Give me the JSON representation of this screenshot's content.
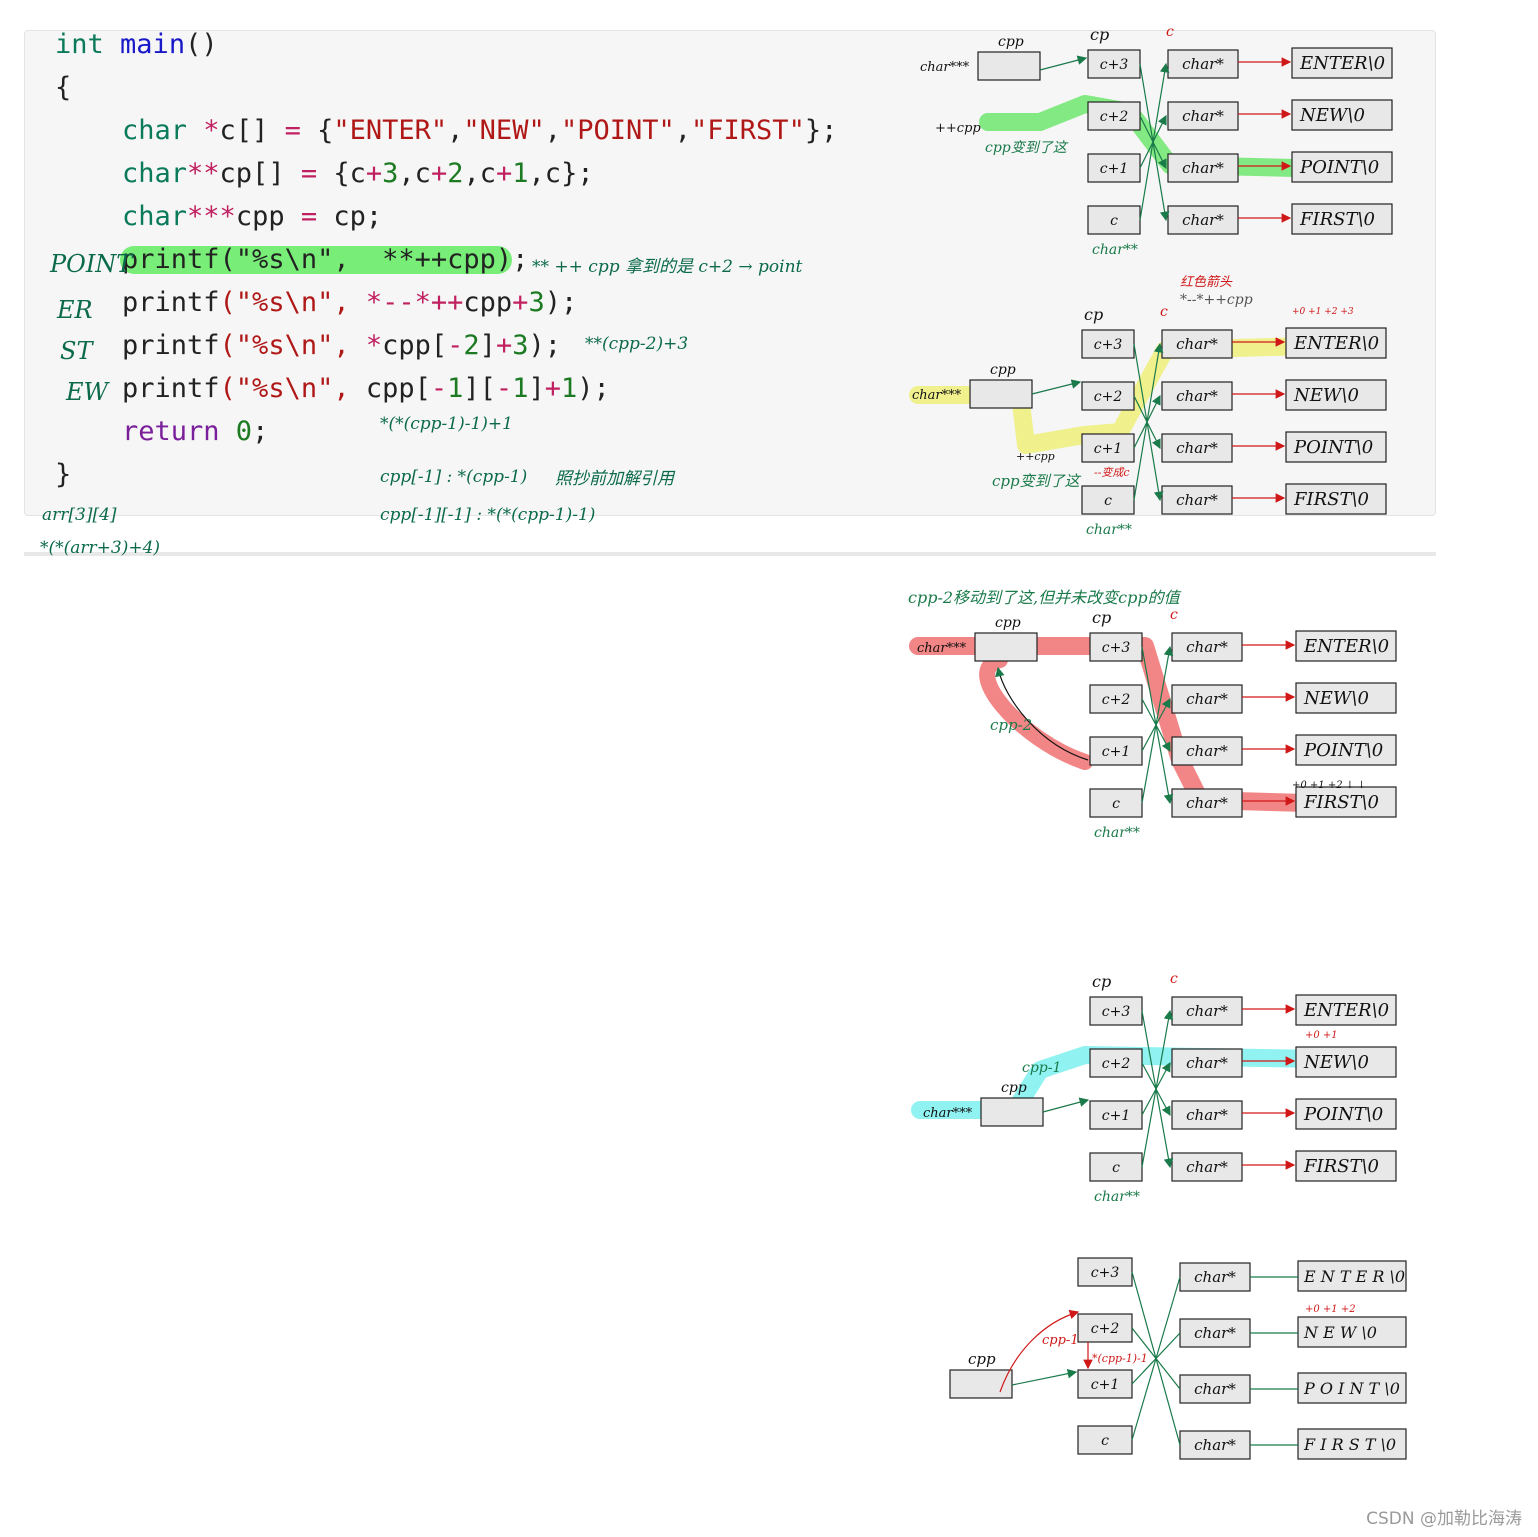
{
  "code": {
    "line1": {
      "kw": "int",
      "fn": "main",
      "rest": "()"
    },
    "line2": "{",
    "line3": {
      "kw": "char",
      "op1": " *",
      "t1": "c[] ",
      "op2": "=",
      "t2": " {",
      "s1": "\"ENTER\"",
      "s2": "\"NEW\"",
      "s3": "\"POINT\"",
      "s4": "\"FIRST\"",
      "t3": "};"
    },
    "line4": {
      "kw": "char",
      "op1": "**",
      "t1": "cp[] ",
      "op2": "=",
      "t2": " {",
      "a": "c",
      "op3": "+",
      "n3": "3",
      "b": "c",
      "n2": "2",
      "c": "c",
      "n1": "1",
      "d": "c",
      "t3": "};"
    },
    "line5": {
      "kw": "char",
      "op1": "***",
      "t1": "cpp ",
      "op2": "=",
      "t2": " cp;"
    },
    "line6": {
      "fn": "printf",
      "s": "(\"%s\\n\",",
      "op": "  **++",
      "t": "cpp);"
    },
    "line7": {
      "fn": "printf",
      "s": "(\"%s\\n\",",
      "op": " *--*++",
      "t": "cpp",
      "op2": "+",
      "n": "3",
      "t2": ");"
    },
    "line8": {
      "fn": "printf",
      "s": "(\"%s\\n\",",
      "op": " *",
      "t": "cpp[",
      "op2": "-",
      "n": "2",
      "t2": "]",
      "op3": "+",
      "n2": "3",
      "t3": ");"
    },
    "line9": {
      "fn": "printf",
      "s": "(\"%s\\n\",",
      "t": " cpp[",
      "op2": "-",
      "n": "1",
      "t2": "][",
      "op3": "-",
      "n2": "1",
      "t3": "]",
      "op4": "+",
      "n3": "1",
      "t4": ");"
    },
    "line10": {
      "ret": "return",
      "n": " 0",
      "t": ";"
    },
    "line11": "}"
  },
  "annotations": {
    "out1": "POINT",
    "out2": "ER",
    "out3": "ST",
    "out4": "EW",
    "note1": "** ++ cpp 拿到的是 c+2 → point",
    "note2": "**(cpp-2)+3",
    "note3": "*(*(cpp-1)-1)+1",
    "note4": "cpp[-1] : *(cpp-1)",
    "note5": "照抄前加解引用",
    "note6": "cpp[-1][-1] : *(*(cpp-1)-1)",
    "note7": "arr[3][4]",
    "note8": "*(*(arr+3)+4)"
  },
  "diagram1": {
    "cpp_label": "cpp",
    "cpp_type": "char***",
    "cp_label": "cp",
    "c_label": "c",
    "cp_items": [
      "c+3",
      "c+2",
      "c+1",
      "c"
    ],
    "cp_type": "char**",
    "c_items": [
      "char*",
      "char*",
      "char*",
      "char*"
    ],
    "strings": [
      "ENTER\\0",
      "NEW\\0",
      "POINT\\0",
      "FIRST\\0"
    ],
    "note_a": "++cpp",
    "note_b": "cpp变到了这"
  },
  "diagram2": {
    "cpp_label": "cpp",
    "cpp_type": "char***",
    "cp_label": "cp",
    "c_label": "c",
    "cp_items": [
      "c+3",
      "c+2",
      "c+1",
      "c"
    ],
    "cp_type": "char**",
    "c_items": [
      "char*",
      "char*",
      "char*",
      "char*"
    ],
    "strings": [
      "ENTER\\0",
      "NEW\\0",
      "POINT\\0",
      "FIRST\\0"
    ],
    "top_note": "红色箭头",
    "top_expr": "*--*++cpp",
    "offsets": "+0 +1 +2 +3",
    "note_a": "++cpp",
    "note_b": "cpp变到了这",
    "note_c": "--变成c"
  },
  "diagram3": {
    "title": "cpp-2移动到了这,但并未改变cpp的值",
    "cpp_label": "cpp",
    "cpp_type": "char***",
    "cp_label": "cp",
    "c_label": "c",
    "cp_items": [
      "c+3",
      "c+2",
      "c+1",
      "c"
    ],
    "cp_type": "char**",
    "c_items": [
      "char*",
      "char*",
      "char*",
      "char*"
    ],
    "strings": [
      "ENTER\\0",
      "NEW\\0",
      "POINT\\0",
      "FIRST\\0"
    ],
    "arc_label": "cpp-2",
    "offsets": "+0 +1 +2 ↓ ↓"
  },
  "diagram4": {
    "cpp_label": "cpp",
    "cpp_type": "char***",
    "cp_label": "cp",
    "c_label": "c",
    "cp_items": [
      "c+3",
      "c+2",
      "c+1",
      "c"
    ],
    "cp_type": "char**",
    "c_items": [
      "char*",
      "char*",
      "char*",
      "char*"
    ],
    "strings": [
      "ENTER\\0",
      "NEW\\0",
      "POINT\\0",
      "FIRST\\0"
    ],
    "arc_label": "cpp-1",
    "offsets": "+0 +1"
  },
  "diagram5": {
    "cpp_label": "cpp",
    "cp_items": [
      "c+3",
      "c+2",
      "c+1",
      "c"
    ],
    "c_items": [
      "char*",
      "char*",
      "char*",
      "char*"
    ],
    "strings": [
      "E N T E R \\0",
      "N E W \\0",
      "P O I N T \\0",
      "F I R S T \\0"
    ],
    "arc_label": "cpp-1",
    "expr": "*(cpp-1)-1",
    "offsets": "+0  +1  +2"
  },
  "watermark": "CSDN @加勒比海涛",
  "colors": {
    "green": "#6ee86e",
    "yellow": "#eef07a",
    "red": "#f07070",
    "cyan": "#7ef0f0",
    "arrow_green": "#1a7a4a",
    "arrow_red": "#d01818"
  }
}
